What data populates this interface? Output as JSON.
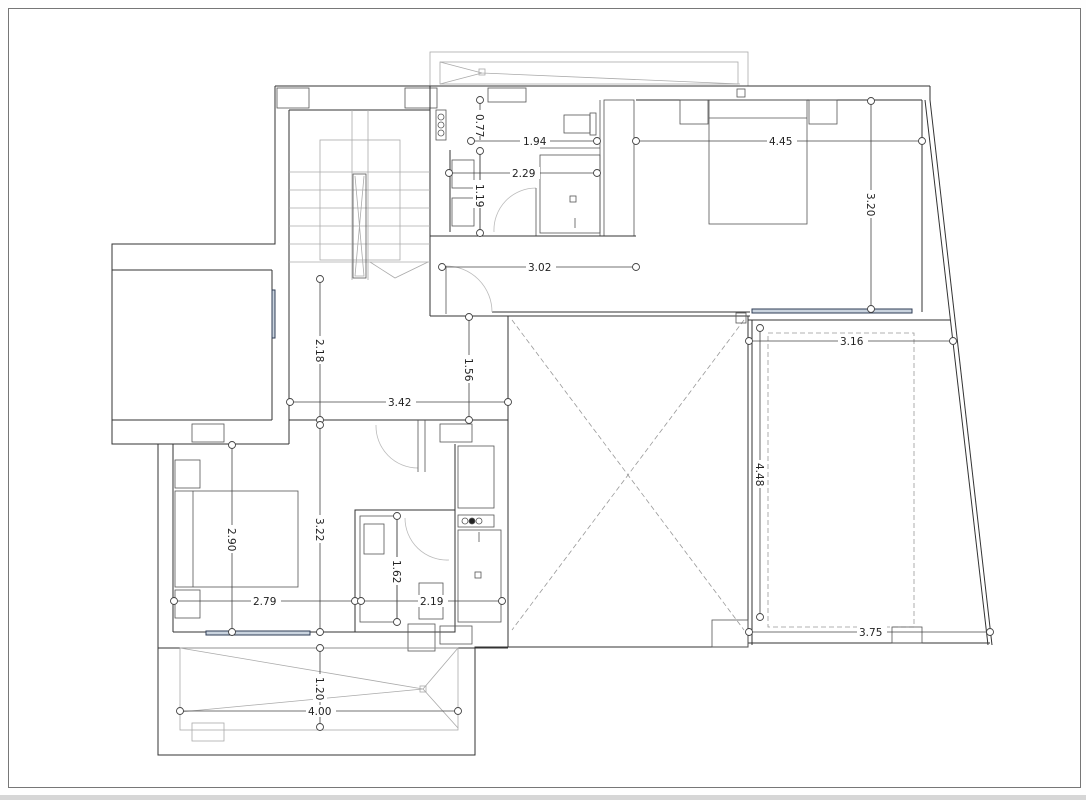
{
  "drawing": {
    "type": "architectural floor plan",
    "units": "m",
    "colors": {
      "wall": "#333333",
      "furniture": "#555555",
      "void_hatch": "#999999",
      "window_glass": "#c9d3de",
      "window_frame": "#2f3d55",
      "frame_border": "#777777",
      "bottom_bar": "#d6d6d6"
    }
  },
  "dimensions": {
    "top_bath_height": "0.77",
    "top_closet_width": "1.94",
    "top_bath_width": "2.29",
    "top_bath_depth": "1.19",
    "master_bedroom_width": "4.45",
    "master_bedroom_depth": "3.20",
    "top_hall_width": "3.02",
    "stair_landing_depth": "2.18",
    "hall_depth": "1.56",
    "hall_width": "3.42",
    "terrace_width_top": "3.16",
    "terrace_depth": "4.48",
    "terrace_width_bottom": "3.75",
    "bedroom2_depth": "2.90",
    "bedroom2_room_depth": "3.22",
    "bedroom2_width": "2.79",
    "bath2_depth": "1.62",
    "bath2_width": "2.19",
    "balcony_depth": "1.20",
    "balcony_width": "4.00"
  },
  "icons": {
    "dimension_node": "circle-crosshair",
    "column_marker": "small-square",
    "stove": "three-burner-hob",
    "void_cross": "x-diagonal-open-to-below"
  }
}
